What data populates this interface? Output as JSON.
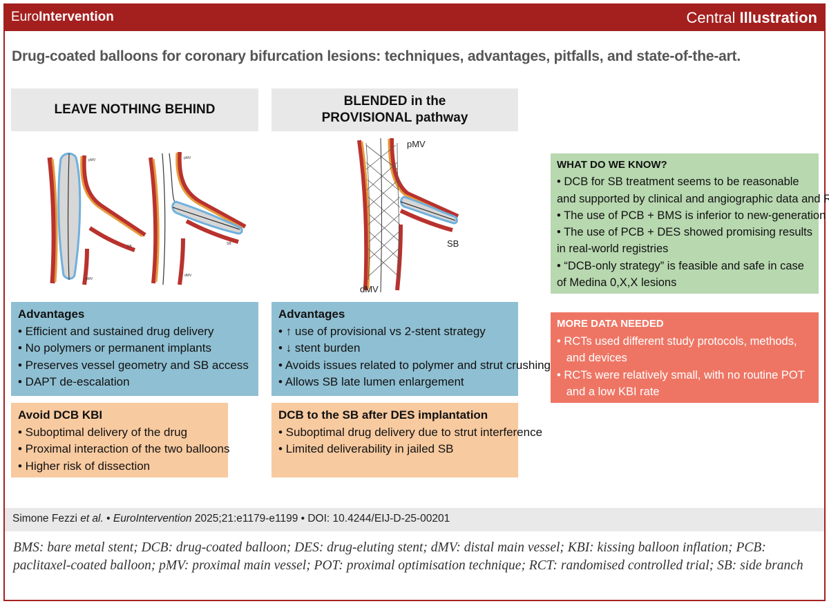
{
  "header": {
    "brand_prefix": "Euro",
    "brand_bold": "Intervention",
    "central_prefix": "Central",
    "central_bold": "Illustration"
  },
  "title": "Drug-coated balloons for coronary bifurcation lesions: techniques, advantages, pitfalls, and state-of-the-art.",
  "left_column": {
    "heading": "LEAVE NOTHING BEHIND",
    "illustration_labels": {
      "pmv_left": "pMV",
      "sb_left": "SB",
      "dmv_left": "dMV",
      "pmv_right": "pMV",
      "sb_right": "SB",
      "dmv_right": "dMV"
    },
    "advantages": {
      "heading": "Advantages",
      "items": [
        "• Efficient and sustained drug delivery",
        "• No polymers or permanent implants",
        "• Preserves vessel geometry and SB access",
        "• DAPT de-escalation"
      ]
    },
    "avoid": {
      "heading": "Avoid DCB KBI",
      "items": [
        "• Suboptimal delivery of the drug",
        "• Proximal interaction of the two balloons",
        "• Higher risk of dissection"
      ]
    }
  },
  "middle_column": {
    "heading_line1": "BLENDED in the",
    "heading_line2": "PROVISIONAL pathway",
    "illustration_labels": {
      "pmv": "pMV",
      "sb": "SB",
      "dmv": "dMV"
    },
    "advantages": {
      "heading": "Advantages",
      "items": [
        "• ↑ use of provisional vs 2-stent strategy",
        "• ↓ stent burden",
        "• Avoids issues related to polymer and strut crushing",
        "• Allows SB late lumen enlargement"
      ]
    },
    "dcb_sb": {
      "heading": "DCB to the SB after DES implantation",
      "items": [
        "• Suboptimal drug delivery due to strut  interference",
        "• Limited deliverability in jailed SB"
      ]
    }
  },
  "right_column": {
    "know": {
      "heading": "WHAT DO WE KNOW?",
      "lines": [
        "• DCB for SB treatment seems to be reasonable",
        "and supported by clinical and angiographic data and RCTs",
        "• The use of PCB + BMS is inferior to new-generation DES",
        "• The use of PCB + DES showed promising results",
        "in real-world registries",
        "• “DCB-only strategy” is feasible and safe in case",
        "of Medina 0,X,X lesions"
      ]
    },
    "more": {
      "heading": "MORE DATA NEEDED",
      "lines": [
        "• RCTs used different study protocols, methods,",
        "   and devices",
        "• RCTs were relatively small, with no routine POT",
        "   and a low KBI rate"
      ]
    }
  },
  "citation": {
    "authors": "Simone Fezzi ",
    "etal": "et al.",
    "sep1": " • ",
    "journal": "EuroIntervention",
    "rest": " 2025;21:e1179-e1199 • DOI: 10.4244/EIJ-D-25-00201"
  },
  "abbreviations": "BMS: bare metal stent; DCB: drug-coated balloon; DES: drug-eluting stent; dMV: distal main vessel; KBI: kissing balloon inflation; PCB: paclitaxel-coated balloon; pMV: proximal main vessel; POT: proximal optimisation technique; RCT: randomised controlled trial; SB: side branch",
  "colors": {
    "brand_red": "#a4201f",
    "heading_grey": "#e8e8e8",
    "advantages_blue": "#8fbfd2",
    "pitfall_orange": "#f8caa0",
    "know_green": "#b8d8b0",
    "more_red": "#ee7564",
    "vessel_red": "#b8322e",
    "vessel_orange": "#e79a3c",
    "balloon_blue": "#6fb0dc"
  }
}
